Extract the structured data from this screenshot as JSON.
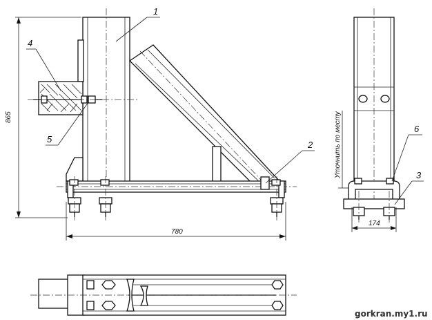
{
  "drawing": {
    "labels": {
      "l1": "1",
      "l2": "2",
      "l3": "3",
      "l4": "4",
      "l5": "5",
      "l6": "6"
    },
    "dimensions": {
      "height": "865",
      "width_front": "780",
      "width_side": "174"
    },
    "note": "Уточнить по месту",
    "watermark": "gorkran.my1.ru"
  }
}
